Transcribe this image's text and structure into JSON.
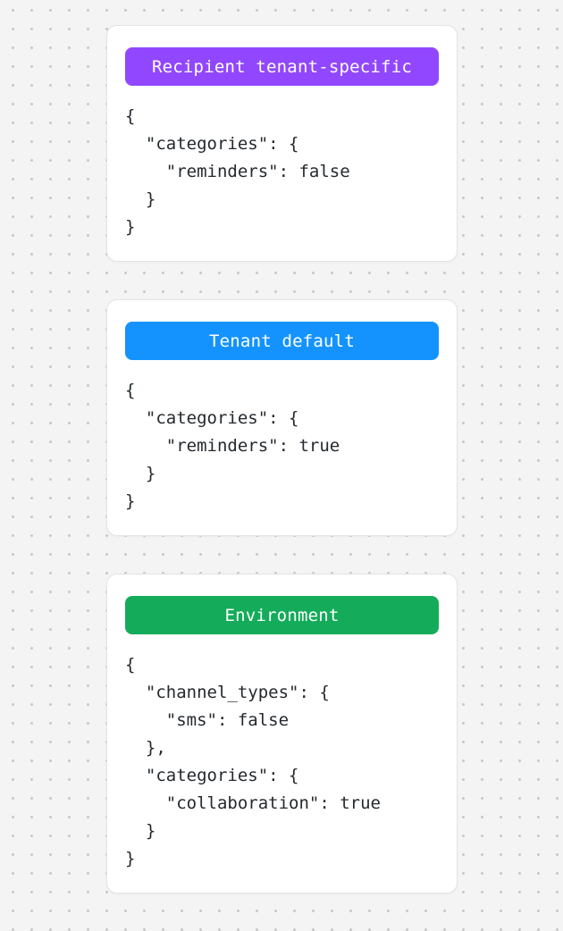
{
  "page": {
    "background_color": "#f4f4f5",
    "dot_color": "#c9c9cd",
    "card_background": "#ffffff",
    "card_border_color": "#e4e4e6",
    "code_text_color": "#24292e"
  },
  "cards": [
    {
      "name": "recipient-tenant-specific",
      "badge_label": "Recipient tenant-specific",
      "badge_color": "#9147ff",
      "code": "{\n  \"categories\": {\n    \"reminders\": false\n  }\n}",
      "code_lines": [
        "{",
        "  \"categories\": {",
        "    \"reminders\": false",
        "  }",
        "}"
      ]
    },
    {
      "name": "tenant-default",
      "badge_label": "Tenant default",
      "badge_color": "#1493ff",
      "code": "{\n  \"categories\": {\n    \"reminders\": true\n  }\n}",
      "code_lines": [
        "{",
        "  \"categories\": {",
        "    \"reminders\": true",
        "  }",
        "}"
      ]
    },
    {
      "name": "environment",
      "badge_label": "Environment",
      "badge_color": "#14ac5a",
      "code": "{\n  \"channel_types\": {\n    \"sms\": false\n  },\n  \"categories\": {\n    \"collaboration\": true\n  }\n}",
      "code_lines": [
        "{",
        "  \"channel_types\": {",
        "    \"sms\": false",
        "  },",
        "  \"categories\": {",
        "    \"collaboration\": true",
        "  }",
        "}"
      ]
    }
  ]
}
